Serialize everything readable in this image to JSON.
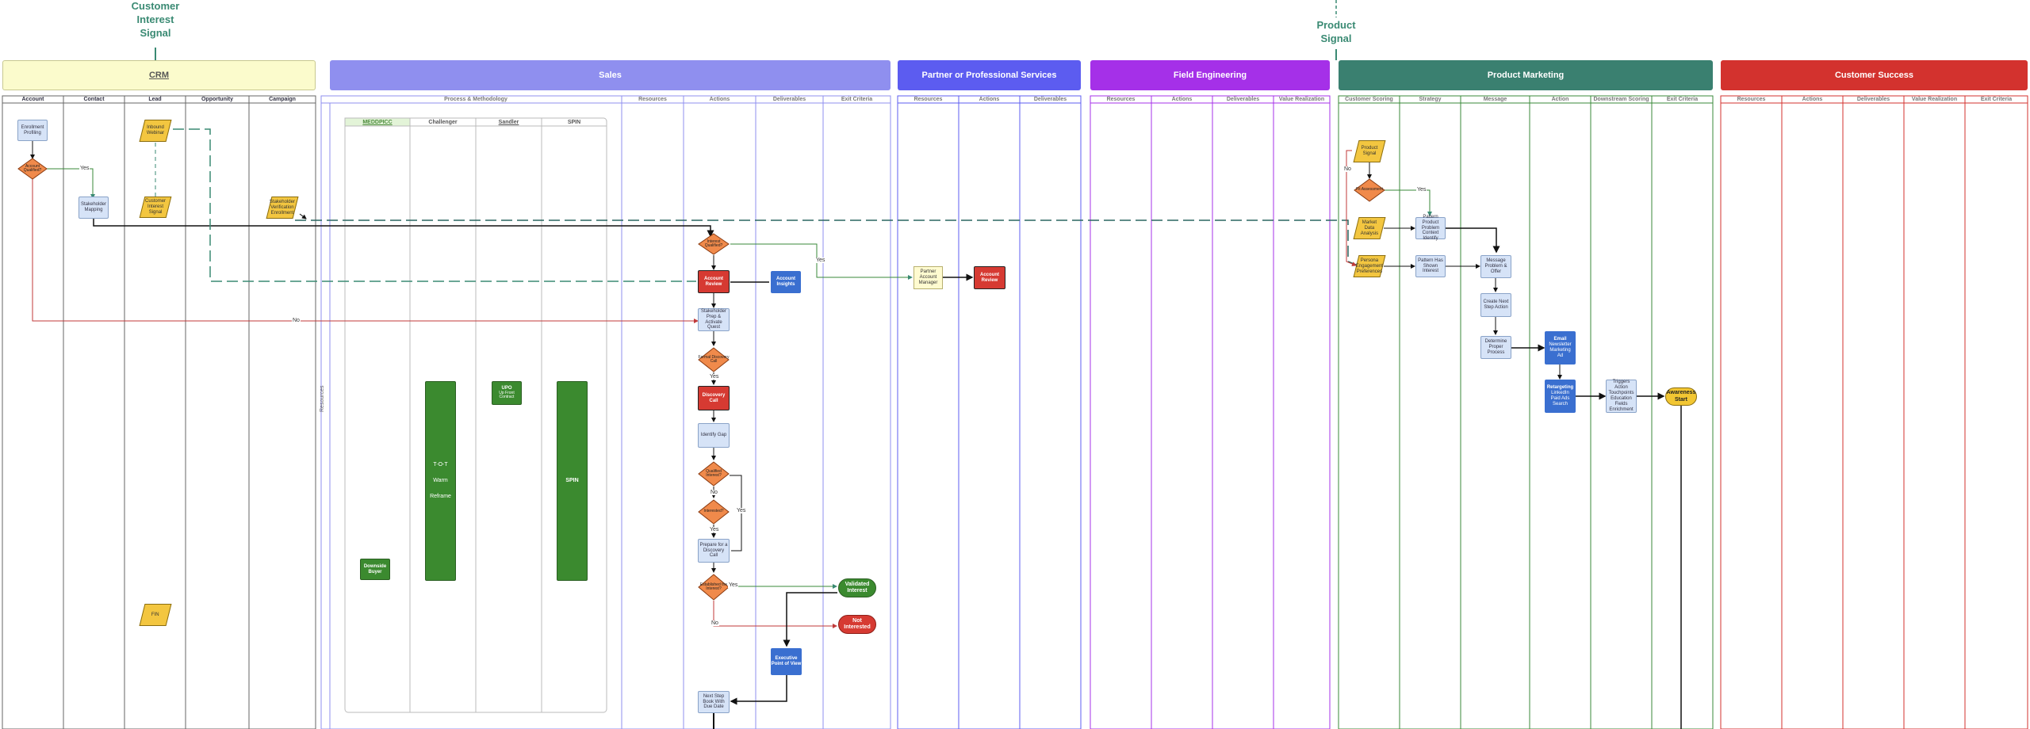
{
  "signals": {
    "customer": [
      "Customer",
      "Interest",
      "Signal"
    ],
    "product": [
      "Product",
      "Signal"
    ]
  },
  "lanes": [
    {
      "key": "crm",
      "label": "CRM",
      "color": "#fbfbcc",
      "text": "#555",
      "underline": true
    },
    {
      "key": "sales",
      "label": "Sales",
      "color": "#8f8fef",
      "text": "#ffffff"
    },
    {
      "key": "partner",
      "label": "Partner or Professional Services",
      "color": "#5c5cf0",
      "text": "#ffffff"
    },
    {
      "key": "field",
      "label": "Field Engineering",
      "color": "#a530e8",
      "text": "#ffffff"
    },
    {
      "key": "pm",
      "label": "Product Marketing",
      "color": "#3a8070",
      "text": "#ffffff"
    },
    {
      "key": "cs",
      "label": "Customer Success",
      "color": "#d3322e",
      "text": "#ffffff"
    }
  ],
  "columns": {
    "crm": [
      "Account",
      "Contact",
      "Lead",
      "Opportunity",
      "Campaign"
    ],
    "sales_pm": "Process & Methodology",
    "sales": [
      "Resources",
      "Actions",
      "Deliverables",
      "Exit Criteria"
    ],
    "partner": [
      "Resources",
      "Actions",
      "Deliverables"
    ],
    "field": [
      "Resources",
      "Actions",
      "Deliverables",
      "Value Realization"
    ],
    "pm": [
      "Customer Scoring",
      "Strategy",
      "Message",
      "Action",
      "Downstream Scoring",
      "Exit Criteria"
    ],
    "cs": [
      "Resources",
      "Actions",
      "Deliverables",
      "Value Realization",
      "Exit Criteria"
    ]
  },
  "methodology": [
    "MEDDPICC",
    "Challenger",
    "Sandler",
    "SPIN"
  ],
  "side_label": "Resources",
  "bars": {
    "challenger": [
      "T-O-T",
      "Warm",
      "Reframe"
    ],
    "spin": "SPIN",
    "upo": [
      "UPO",
      "Up Front",
      "Contract"
    ],
    "sandler": [
      "Downside",
      "Buyer"
    ]
  },
  "nodes": {
    "crm_account": "Enrollment Profiling",
    "crm_acct_dec": "Account Qualified?",
    "crm_contact": "Stakeholder Mapping",
    "crm_lead_top": "Inbound Webinar",
    "crm_lead_mid": "Customer Interest Signal",
    "crm_campaign": "Stakeholder Verification Enrollment",
    "crm_lead_bottom": "FIN",
    "s_dec1": "Interest Qualified?",
    "s_account_review": "Account Review",
    "s_account_insights": "Account Insights",
    "s_doc_prep": "Stakeholder Prep & Activate Quest",
    "s_dec2": "Formal Discovery Call",
    "s_discovery_call": "Discovery Call",
    "s_identify": "Identify Gap",
    "s_dec3": "Qualified Interest?",
    "s_dec4": "Interested?",
    "s_prepare": "Prepare for a Discovery Call",
    "s_dec5": "Established the Interest?",
    "s_validated": "Validated Interest",
    "s_not_interested": "Not Interested",
    "s_exec": "Executive Point of View",
    "s_next_step": "Next Step Book With Due Date",
    "p_partner": "Partner Account Manager",
    "p_account_review": "Account Review",
    "pm_product": "Product Signal",
    "pm_dec": "Fit Assessment",
    "pm_market_data": "Market Data Analysis",
    "pm_persona": "Persona Engagement Preferences",
    "pm_pattern1": "Pattern Product Problem Context Identify",
    "pm_pattern2": "Pattern Has Shown Interest",
    "pm_message": "Message Problem & Offer",
    "pm_cta": "Create Next Step Action",
    "pm_collect": "Determine Proper Process",
    "pm_email": [
      "Email",
      "Newsletter",
      "Marketing",
      "Ad"
    ],
    "pm_retarget": [
      "Retargeting",
      "LinkedIn",
      "Paid Ads",
      "Search"
    ],
    "pm_trigger": "Triggers Action Touchpoints Education Fields Enrichment",
    "pm_awareness": "Awareness Start"
  },
  "edge_labels": {
    "crm_yes": "Yes",
    "crm_no": "No",
    "sales_yes": "Yes",
    "pm_no": "No",
    "pm_yes": "Yes",
    "s_dec2_yes": "Yes",
    "s_dec3_no": "No",
    "s_dec3_yes": "Yes",
    "s_dec4_yes": "Yes",
    "s_dec5_yes": "Yes",
    "s_dec5_no": "No"
  }
}
